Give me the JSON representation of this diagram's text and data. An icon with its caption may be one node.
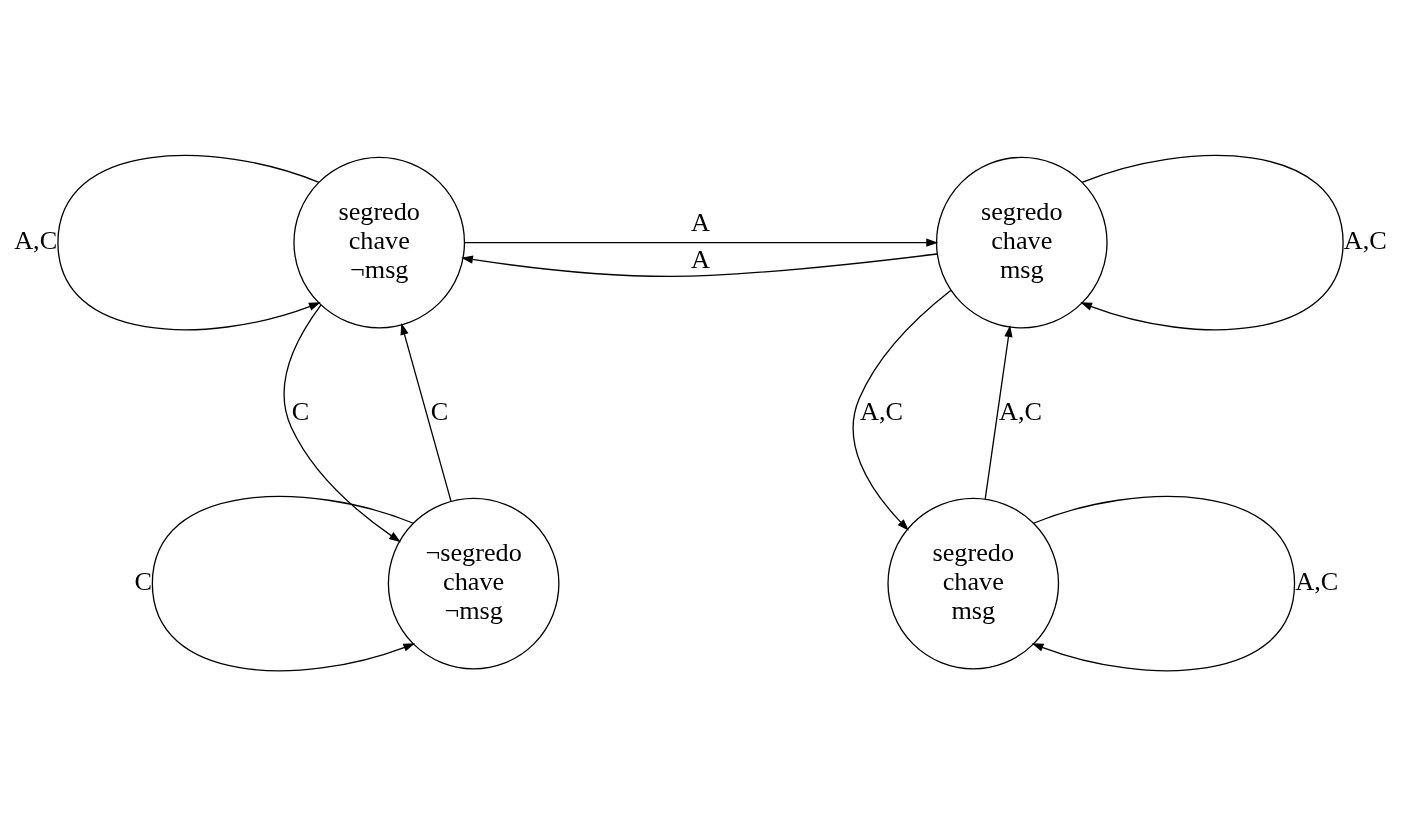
{
  "diagram": {
    "nodes": [
      {
        "text": [
          "segredo",
          "chave",
          "¬msg"
        ]
      },
      {
        "text": [
          "segredo",
          "chave",
          "msg"
        ]
      },
      {
        "text": [
          "¬segredo",
          "chave",
          "¬msg"
        ]
      },
      {
        "text": [
          "segredo",
          "chave",
          "msg"
        ]
      }
    ],
    "edges": [
      {
        "from": 0,
        "to": 0,
        "arrow": "to",
        "label": "A,C"
      },
      {
        "from": 0,
        "to": 1,
        "arrow": "to",
        "label": "A"
      },
      {
        "from": 1,
        "to": 0,
        "arrow": "to",
        "label": "A"
      },
      {
        "from": 1,
        "to": 1,
        "arrow": "to",
        "label": "A,C"
      },
      {
        "from": 0,
        "to": 2,
        "arrow": "to",
        "label": "C"
      },
      {
        "from": 2,
        "to": 0,
        "arrow": "to",
        "label": "C"
      },
      {
        "from": 1,
        "to": 3,
        "arrow": "to",
        "label": "A,C"
      },
      {
        "from": 3,
        "to": 1,
        "arrow": "to",
        "label": "A,C"
      },
      {
        "from": 2,
        "to": 2,
        "arrow": "to",
        "label": "C"
      },
      {
        "from": 3,
        "to": 3,
        "arrow": "to",
        "label": "A,C"
      }
    ]
  }
}
